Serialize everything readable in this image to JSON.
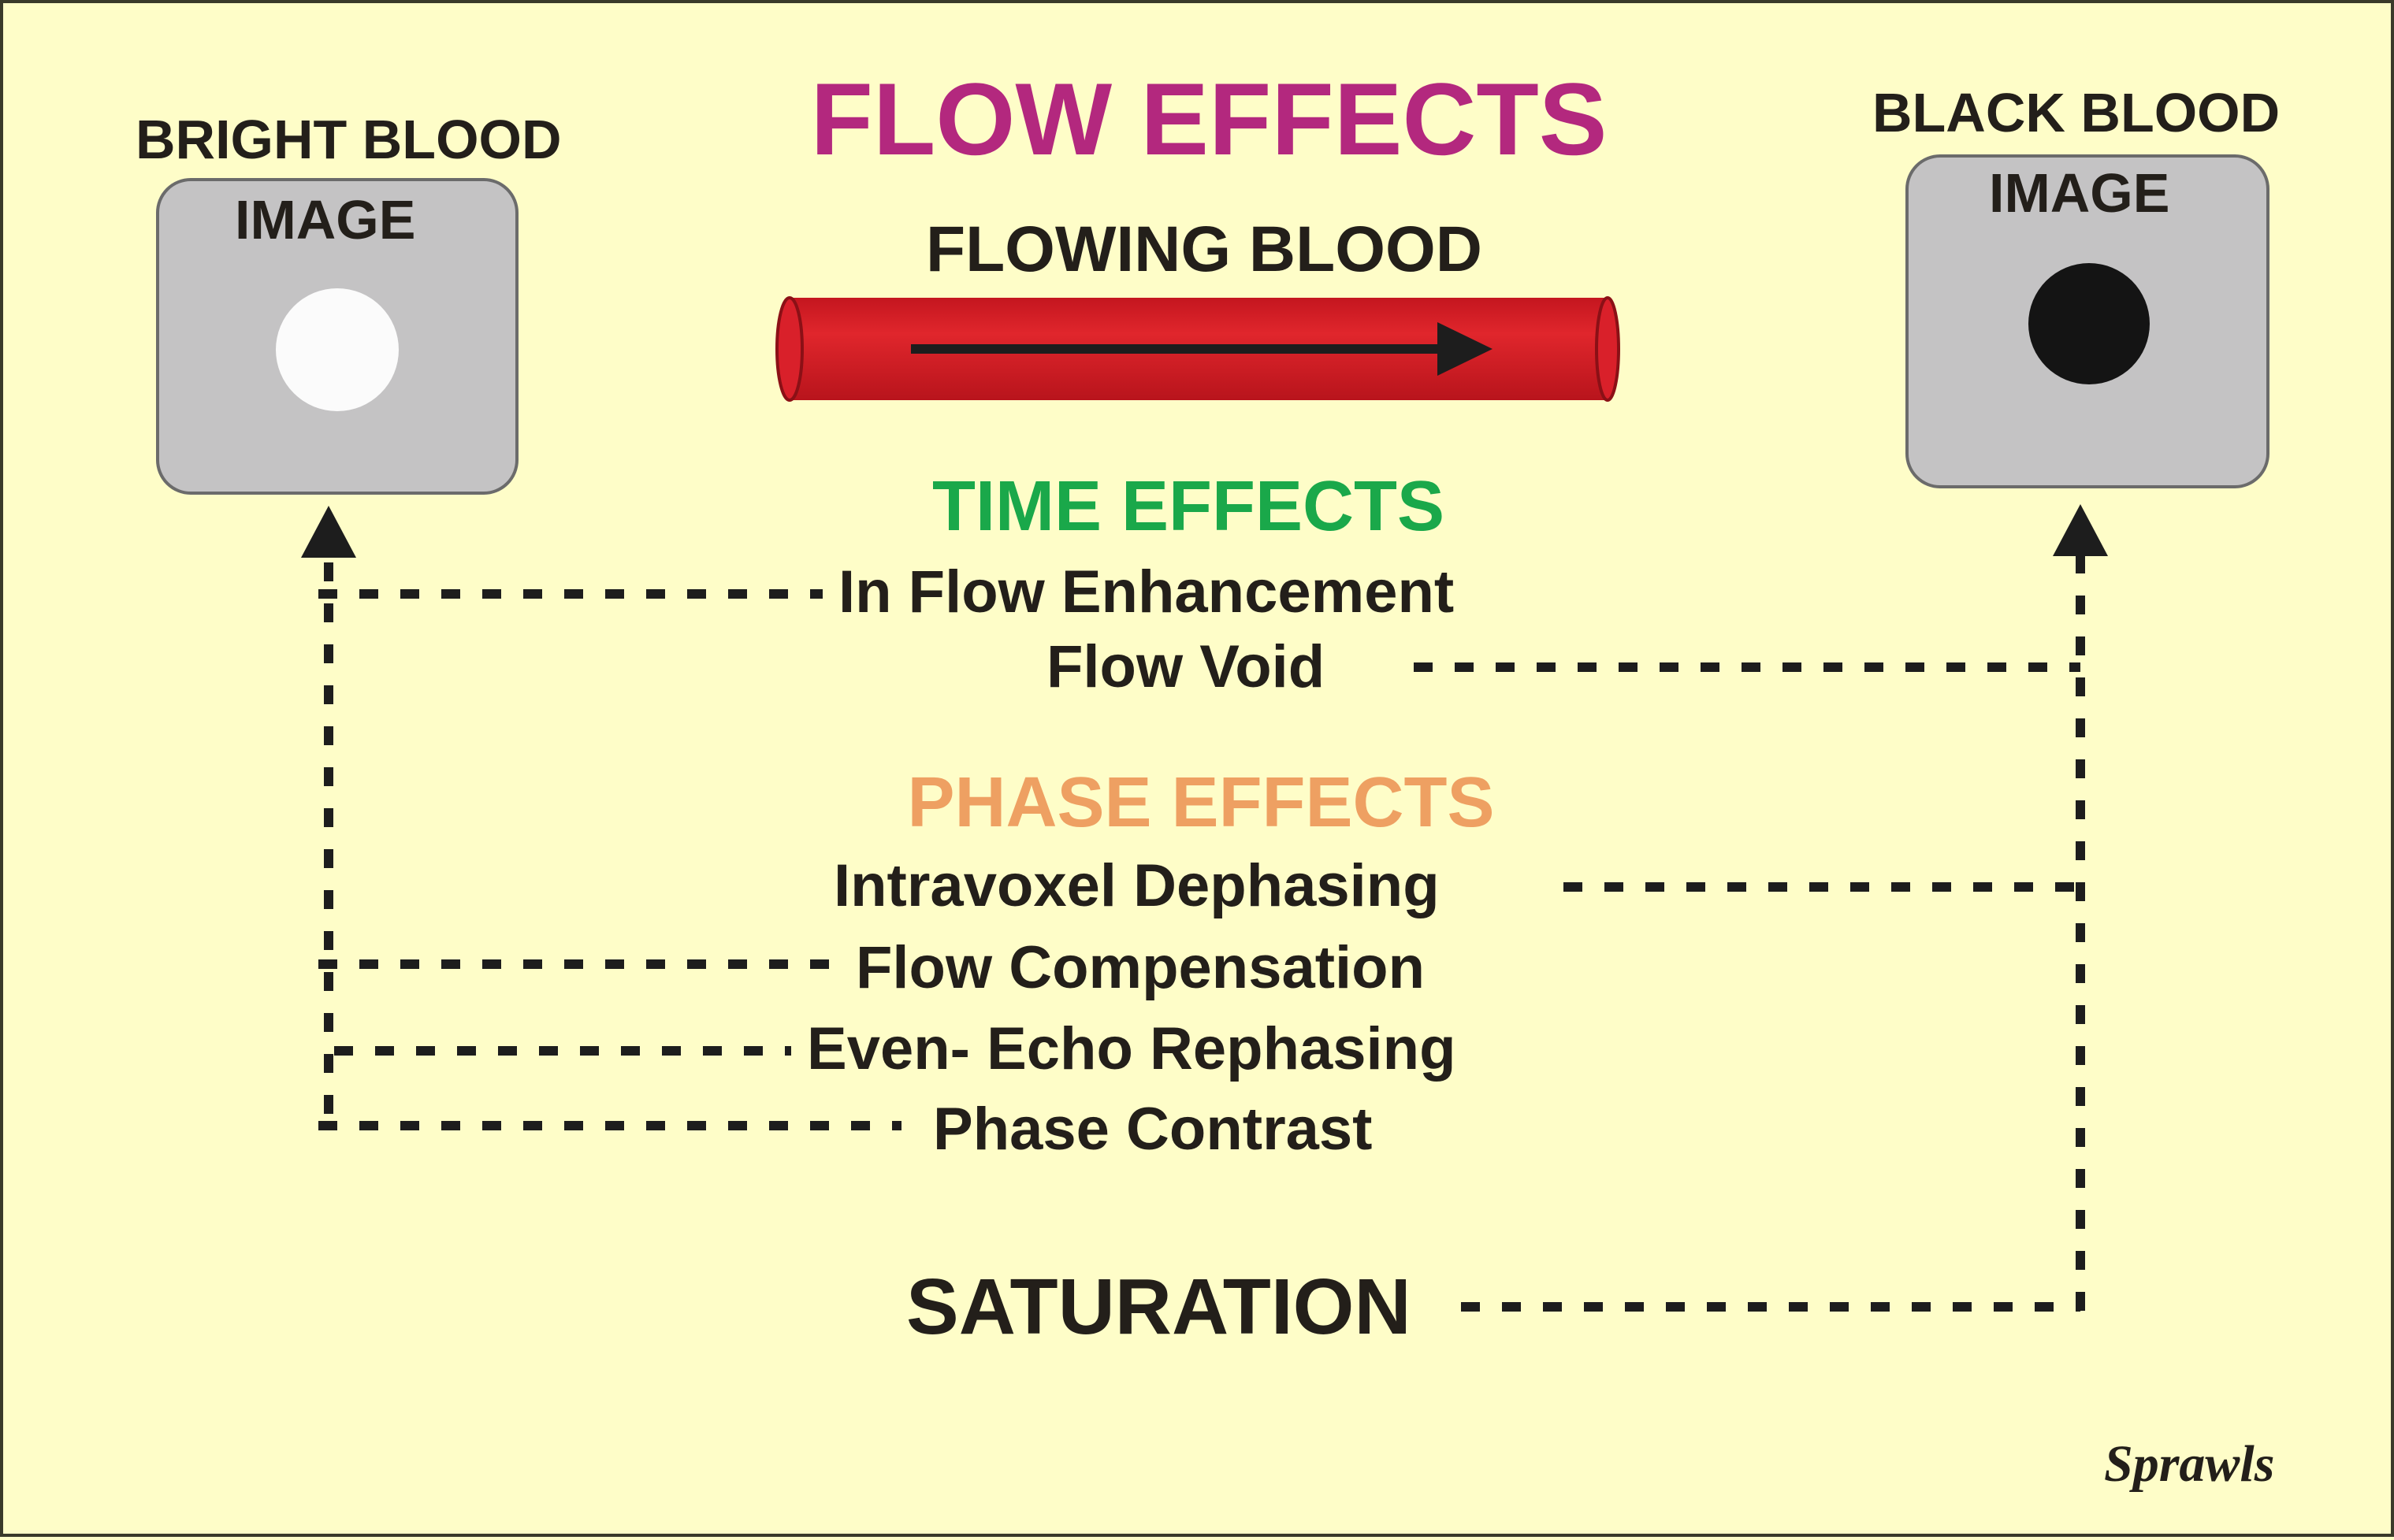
{
  "title": "FLOW EFFECTS",
  "flowing_label": "FLOWING BLOOD",
  "bright_panel": {
    "line1": "BRIGHT BLOOD",
    "line2": "IMAGE"
  },
  "black_panel": {
    "line1": "BLACK BLOOD",
    "line2": "IMAGE"
  },
  "time_section": {
    "heading": "TIME EFFECTS",
    "items": [
      "In Flow Enhancement",
      "Flow Void"
    ]
  },
  "phase_section": {
    "heading": "PHASE EFFECTS",
    "items": [
      "Intravoxel Dephasing",
      "Flow Compensation",
      "Even- Echo Rephasing",
      "Phase Contrast"
    ]
  },
  "saturation": "SATURATION",
  "credit": "Sprawls",
  "colors": {
    "background": "#fefdc8",
    "title": "#b3287e",
    "time_heading": "#1aa84a",
    "phase_heading": "#eea062",
    "vessel": "#d9202a",
    "text": "#231f1a",
    "panel": "#c4c3c4"
  }
}
